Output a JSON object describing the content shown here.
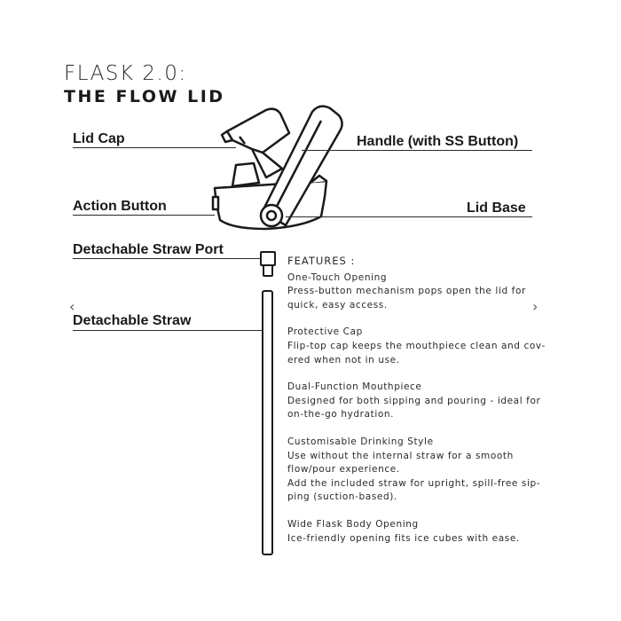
{
  "title": {
    "line1": "FLASK 2.0:",
    "line2": "THE FLOW LID"
  },
  "labels": {
    "lid_cap": "Lid Cap",
    "handle": "Handle (with SS Button)",
    "action_button": "Action Button",
    "lid_base": "Lid Base",
    "straw_port": "Detachable Straw Port",
    "straw": "Detachable Straw"
  },
  "nav": {
    "prev": "‹",
    "next": "›"
  },
  "features": {
    "heading": "FEATURES :",
    "items": [
      {
        "title": "One-Touch Opening",
        "lines": [
          "Press-button mechanism pops open the lid for",
          "quick, easy access."
        ]
      },
      {
        "title": "Protective Cap",
        "lines": [
          "Flip-top cap keeps the mouthpiece clean and cov-",
          "ered when not in use."
        ]
      },
      {
        "title": "Dual-Function Mouthpiece",
        "lines": [
          "Designed for both sipping and pouring - ideal for",
          "on-the-go hydration."
        ]
      },
      {
        "title": "Customisable Drinking Style",
        "lines": [
          "Use without the internal straw for a smooth",
          "flow/pour experience.",
          "Add the included straw for upright, spill-free sip-",
          "ping (suction-based)."
        ]
      },
      {
        "title": "Wide Flask Body Opening",
        "lines": [
          "Ice-friendly opening fits ice cubes with ease."
        ]
      }
    ]
  }
}
